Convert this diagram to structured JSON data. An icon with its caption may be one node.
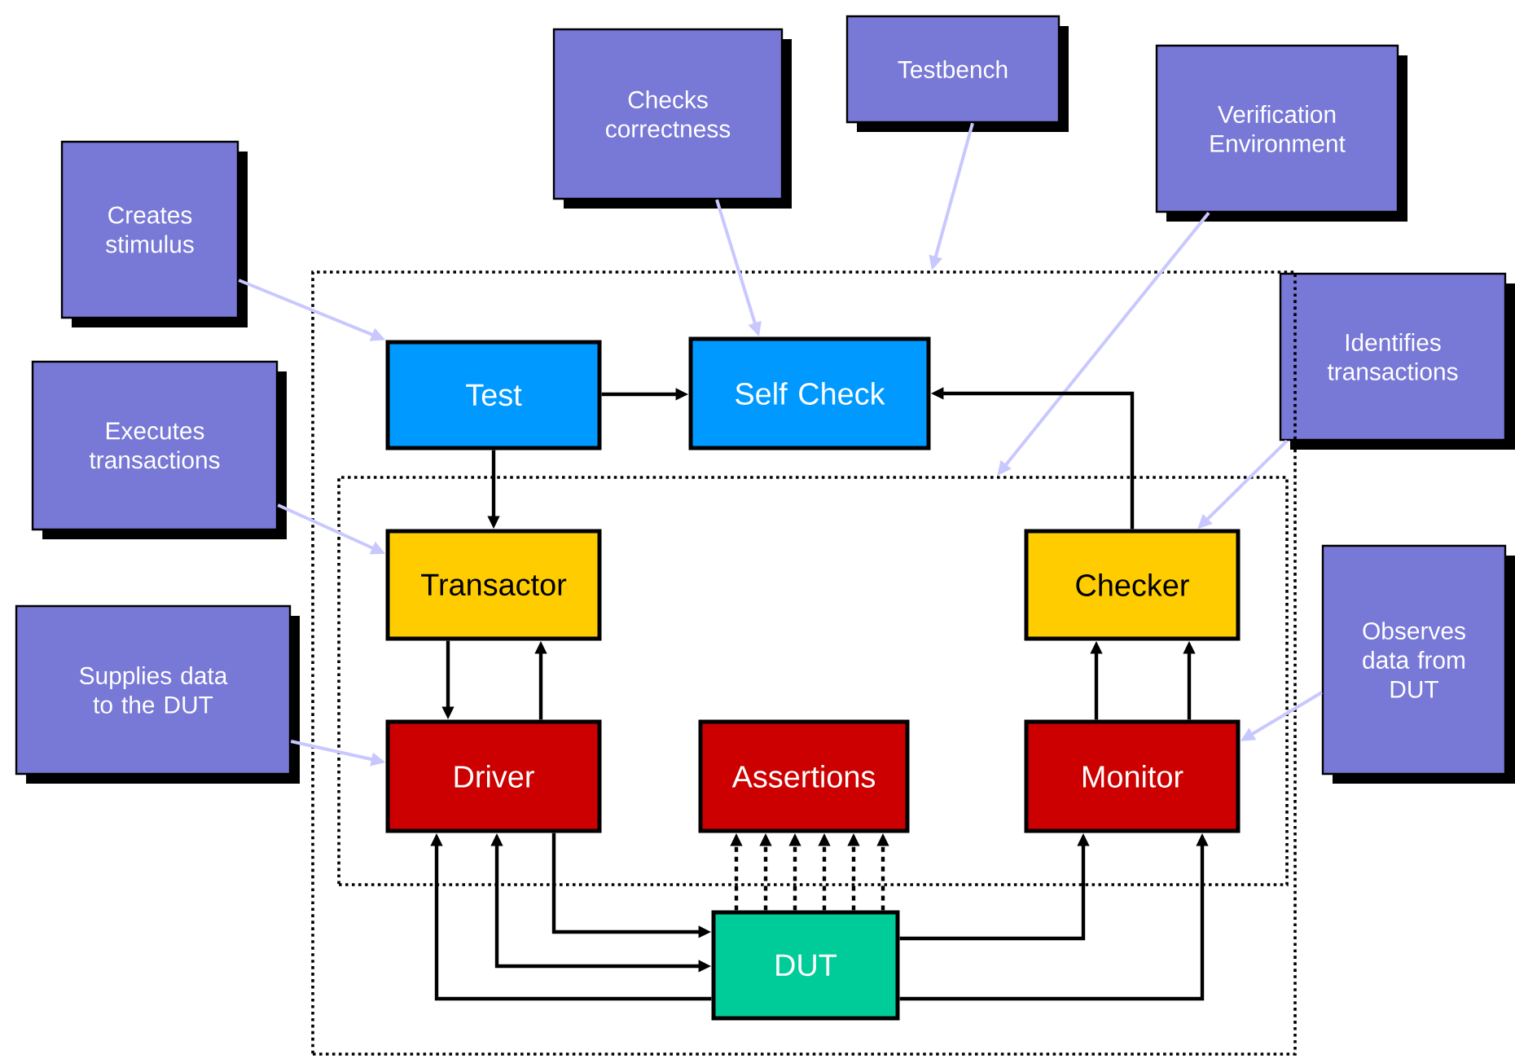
{
  "diagram": {
    "nodes": [
      {
        "text": [
          "Checks correctness"
        ]
      },
      {
        "text": [
          "Testbench"
        ]
      },
      {
        "text": [
          "Verification Environment"
        ]
      },
      {
        "text": [
          "Creates stimulus"
        ]
      },
      {
        "text": [
          "Identifies transactions"
        ]
      },
      {
        "text": [
          "Executes transactions"
        ]
      },
      {
        "text": [
          "Supplies data to the DUT"
        ]
      },
      {
        "text": [
          "Observes data from DUT"
        ]
      },
      {
        "text": [],
        "shape": "box"
      },
      {
        "text": [
          "Test"
        ],
        "in": 8
      },
      {
        "text": [
          "Self Check"
        ],
        "in": 8
      },
      {
        "text": [],
        "shape": "box",
        "in": 8
      },
      {
        "text": [
          "Transactor"
        ],
        "in": 11
      },
      {
        "text": [
          "Checker"
        ],
        "in": 11
      },
      {
        "text": [
          "Driver"
        ],
        "in": 11
      },
      {
        "text": [
          "Assertions"
        ],
        "in": 11
      },
      {
        "text": [
          "Monitor"
        ],
        "in": 11
      },
      {
        "text": [
          "DUT"
        ],
        "in": 8
      }
    ],
    "edges": [
      {
        "from": 3,
        "to": 9,
        "arrow": "to",
        "color": "#c8c8ff"
      },
      {
        "from": 0,
        "to": 10,
        "arrow": "to",
        "color": "#c8c8ff"
      },
      {
        "from": 1,
        "to": 8,
        "arrow": "to",
        "color": "#c8c8ff"
      },
      {
        "from": 2,
        "to": 11,
        "arrow": "to",
        "color": "#c8c8ff"
      },
      {
        "from": 4,
        "to": 13,
        "arrow": "to",
        "color": "#c8c8ff"
      },
      {
        "from": 5,
        "to": 12,
        "arrow": "to",
        "color": "#c8c8ff"
      },
      {
        "from": 6,
        "to": 14,
        "arrow": "to",
        "color": "#c8c8ff"
      },
      {
        "from": 7,
        "to": 16,
        "arrow": "to",
        "color": "#c8c8ff"
      },
      {
        "from": 9,
        "to": 10,
        "arrow": "to"
      },
      {
        "from": 9,
        "to": 12,
        "arrow": "to"
      },
      {
        "from": 13,
        "to": 10,
        "arrow": "to"
      },
      {
        "from": 12,
        "to": 14,
        "arrow": "to"
      },
      {
        "from": 14,
        "to": 12,
        "arrow": "to"
      },
      {
        "from": 16,
        "to": 13,
        "arrow": "to"
      },
      {
        "from": 16,
        "to": 13,
        "arrow": "to"
      },
      {
        "from": 14,
        "to": 17,
        "arrow": "to"
      },
      {
        "from": 14,
        "to": 17,
        "arrow": "both"
      },
      {
        "from": 17,
        "to": 14,
        "arrow": "to"
      },
      {
        "from": 17,
        "to": 16,
        "arrow": "to"
      },
      {
        "from": 17,
        "to": 16,
        "arrow": "to"
      },
      {
        "from": 17,
        "to": 15,
        "arrow": "to",
        "style": "dashed"
      },
      {
        "from": 17,
        "to": 15,
        "arrow": "to",
        "style": "dashed"
      },
      {
        "from": 17,
        "to": 15,
        "arrow": "to",
        "style": "dashed"
      },
      {
        "from": 17,
        "to": 15,
        "arrow": "to",
        "style": "dashed"
      },
      {
        "from": 17,
        "to": 15,
        "arrow": "to",
        "style": "dashed"
      },
      {
        "from": 17,
        "to": 15,
        "arrow": "to",
        "style": "dashed"
      }
    ]
  }
}
